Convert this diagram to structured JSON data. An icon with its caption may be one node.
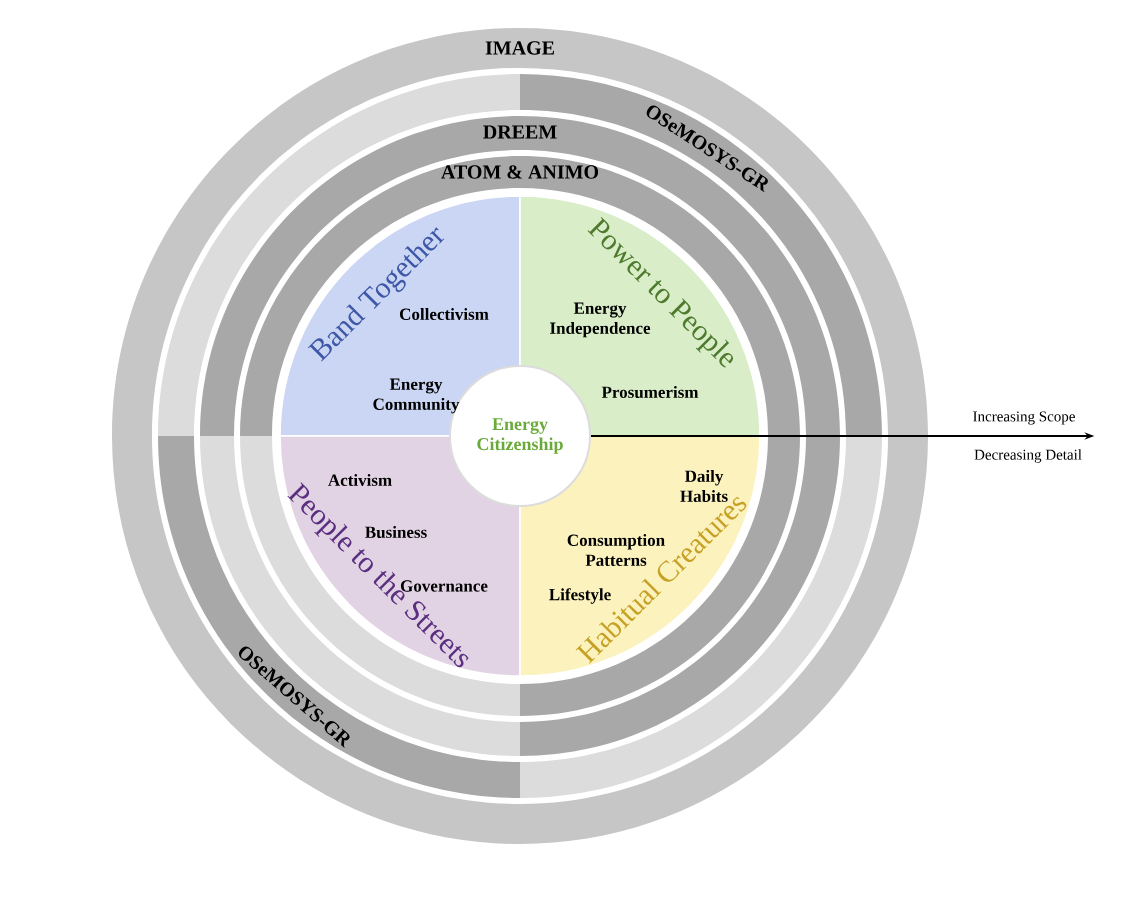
{
  "diagram": {
    "nodes": [
      {
        "text": [
          "IMAGE"
        ]
      },
      {
        "text": [
          "OSeMOSYS-GR"
        ]
      },
      {
        "text": [
          "DREEM"
        ]
      },
      {
        "text": [
          "ATOM & ANIMO"
        ]
      },
      {
        "text": [
          "Band Together",
          "Collectivism",
          "Energy Community"
        ]
      },
      {
        "text": [
          "Power to People",
          "Energy Independence",
          "Prosumerism"
        ]
      },
      {
        "text": [
          "People to the Streets",
          "Activism",
          "Business",
          "Governance"
        ]
      },
      {
        "text": [
          "Habitual Creatures",
          "Daily Habits",
          "Consumption Patterns",
          "Lifestyle"
        ]
      },
      {
        "text": [
          "Energy Citizenship"
        ]
      },
      {
        "text": [
          "OSeMOSYS-GR"
        ]
      },
      {
        "text": [
          "Increasing Scope",
          "Decreasing Detail"
        ]
      }
    ],
    "edges": [
      {
        "from": 8,
        "to": 10,
        "arrow": "to"
      }
    ]
  }
}
